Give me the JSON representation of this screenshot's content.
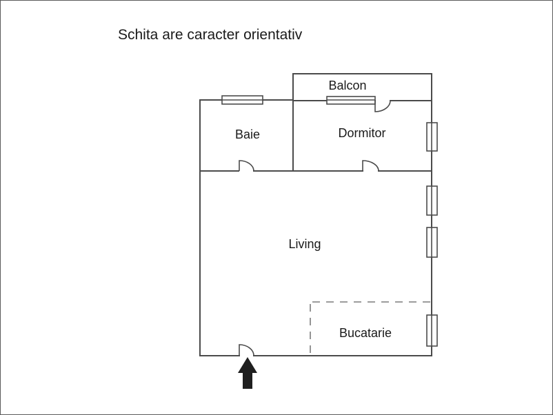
{
  "title": "Schita are caracter orientativ",
  "rooms": {
    "balcon": "Balcon",
    "baie": "Baie",
    "dormitor": "Dormitor",
    "living": "Living",
    "bucatarie": "Bucatarie"
  },
  "icons": {
    "entrance_arrow": "up-arrow",
    "door_symbol": "quarter-arc-door-swing",
    "window_symbol": "double-line-window"
  },
  "colors": {
    "wall": "#4a4a4a",
    "text": "#1a1a1a",
    "dashed_boundary": "#7a7a7a",
    "arrow": "#1f1f1f",
    "background": "#ffffff",
    "frame_border": "#5a5a5a"
  }
}
